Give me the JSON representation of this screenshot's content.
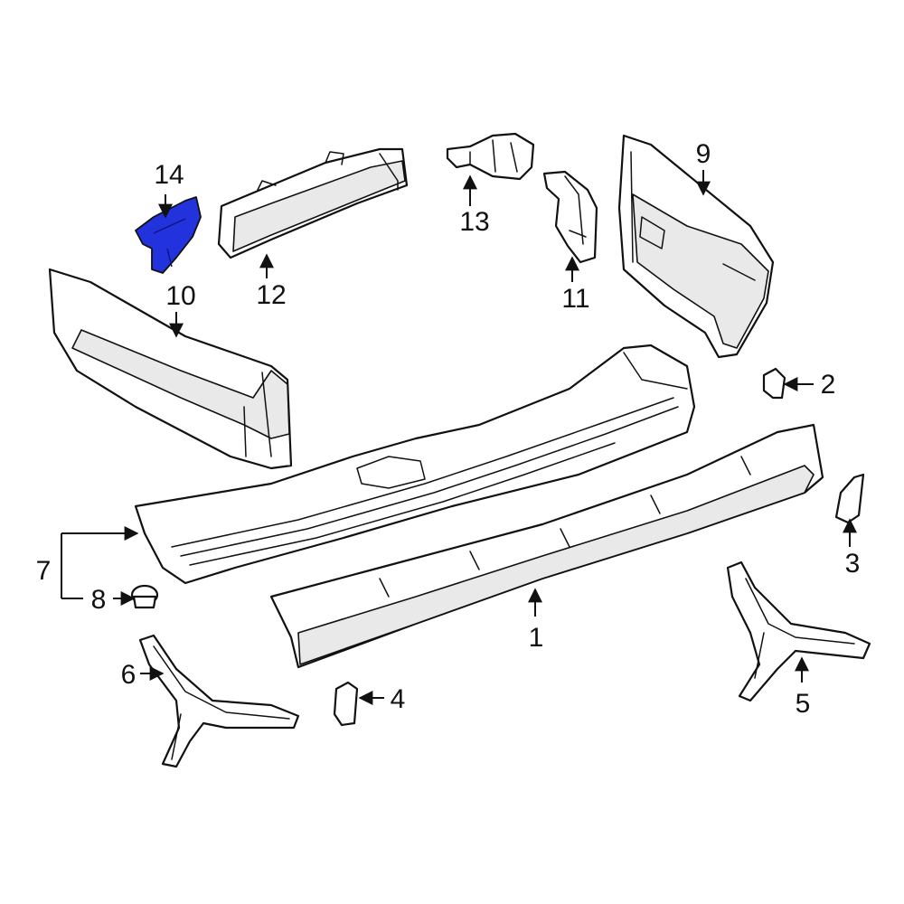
{
  "diagram": {
    "highlight_color": "#2233dd",
    "highlighted_part": "14",
    "callouts": [
      {
        "id": "c1",
        "label": "1"
      },
      {
        "id": "c2",
        "label": "2"
      },
      {
        "id": "c3",
        "label": "3"
      },
      {
        "id": "c4",
        "label": "4"
      },
      {
        "id": "c5",
        "label": "5"
      },
      {
        "id": "c6",
        "label": "6"
      },
      {
        "id": "c7",
        "label": "7"
      },
      {
        "id": "c8",
        "label": "8"
      },
      {
        "id": "c9",
        "label": "9"
      },
      {
        "id": "c10",
        "label": "10"
      },
      {
        "id": "c11",
        "label": "11"
      },
      {
        "id": "c12",
        "label": "12"
      },
      {
        "id": "c13",
        "label": "13"
      },
      {
        "id": "c14",
        "label": "14"
      }
    ]
  }
}
